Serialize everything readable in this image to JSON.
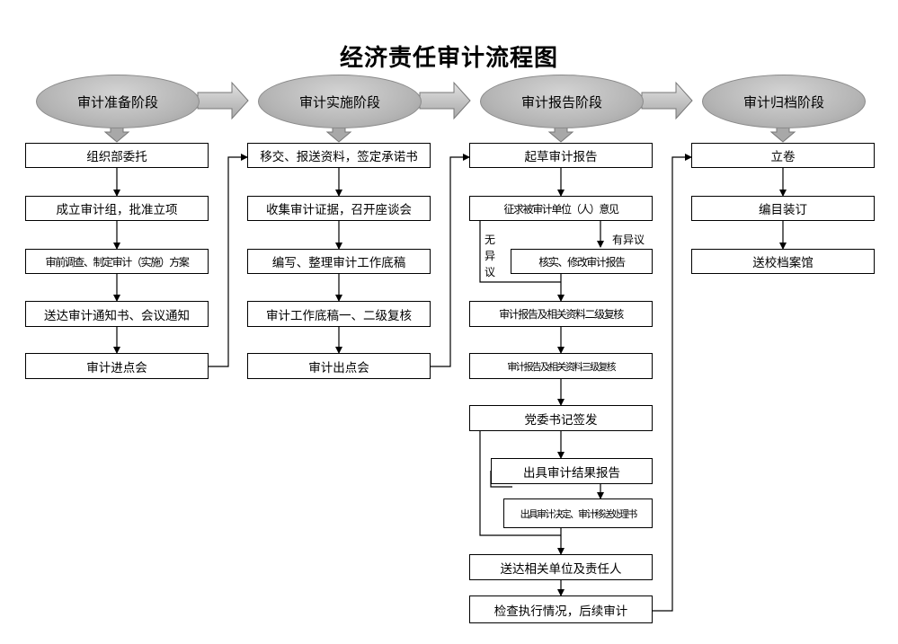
{
  "title": "经济责任审计流程图",
  "stages": [
    "审计准备阶段",
    "审计实施阶段",
    "审计报告阶段",
    "审计归档阶段"
  ],
  "col1": [
    "组织部委托",
    "成立审计组，批准立项",
    "审前调查、制定审计（实施）方案",
    "送达审计通知书、会议通知",
    "审计进点会"
  ],
  "col2": [
    "移交、报送资料，签定承诺书",
    "收集审计证据，召开座谈会",
    "编写、整理审计工作底稿",
    "审计工作底稿一、二级复核",
    "审计出点会"
  ],
  "col3": [
    "起草审计报告",
    "征求被审计单位（人）意见",
    "核实、修改审计报告",
    "审计报告及相关资料二级复核",
    "审计报告及相关资料三级复核",
    "党委书记签发",
    "出具审计结果报告",
    "出具审计决定、审计移送处理书",
    "送达相关单位及责任人",
    "检查执行情况，后续审计"
  ],
  "col4": [
    "立卷",
    "编目装订",
    "送校档案馆"
  ],
  "labels": {
    "no_objection": "无异议",
    "has_objection": "有异议"
  }
}
